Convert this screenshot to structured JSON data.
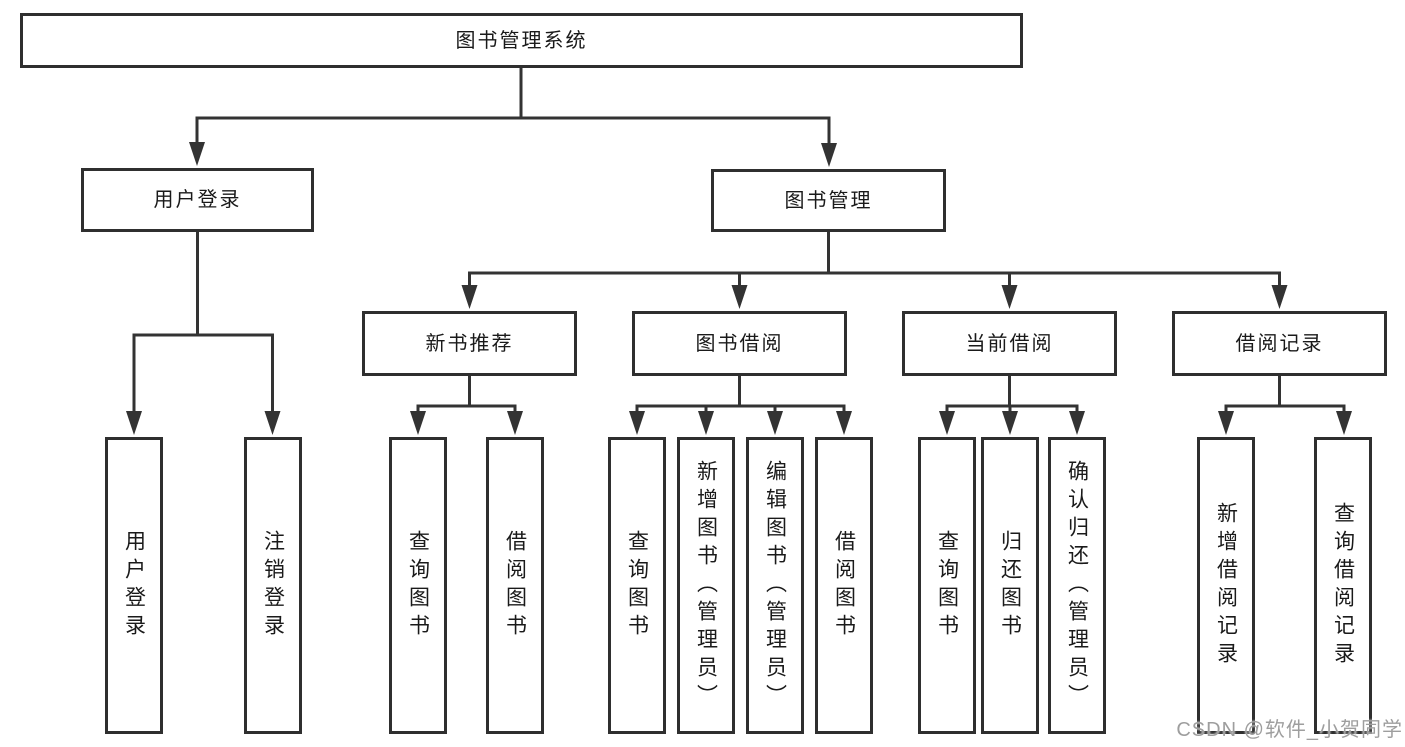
{
  "diagram": {
    "title": "图书管理系统",
    "root": {
      "label": "图书管理系统"
    },
    "branches": {
      "user_login": {
        "label": "用户登录",
        "children": [
          {
            "label": "用户登录"
          },
          {
            "label": "注销登录"
          }
        ]
      },
      "book_management": {
        "label": "图书管理",
        "children": {
          "new_book_recommend": {
            "label": "新书推荐",
            "children": [
              {
                "label": "查询图书"
              },
              {
                "label": "借阅图书"
              }
            ]
          },
          "book_borrow": {
            "label": "图书借阅",
            "children": [
              {
                "label": "查询图书"
              },
              {
                "label": "新增图书（管理员）"
              },
              {
                "label": "编辑图书（管理员）"
              },
              {
                "label": "借阅图书"
              }
            ]
          },
          "current_borrow": {
            "label": "当前借阅",
            "children": [
              {
                "label": "查询图书"
              },
              {
                "label": "归还图书"
              },
              {
                "label": "确认归还（管理员）"
              }
            ]
          },
          "borrow_record": {
            "label": "借阅记录",
            "children": [
              {
                "label": "新增借阅记录"
              },
              {
                "label": "查询借阅记录"
              }
            ]
          }
        }
      }
    }
  },
  "watermark": {
    "text": "CSDN @软件_小贺同学"
  },
  "colors": {
    "line": "#333333",
    "box_border": "#2f2f2f",
    "text": "#1a1a1a",
    "watermark": "#9e9e9e",
    "background": "#ffffff"
  }
}
